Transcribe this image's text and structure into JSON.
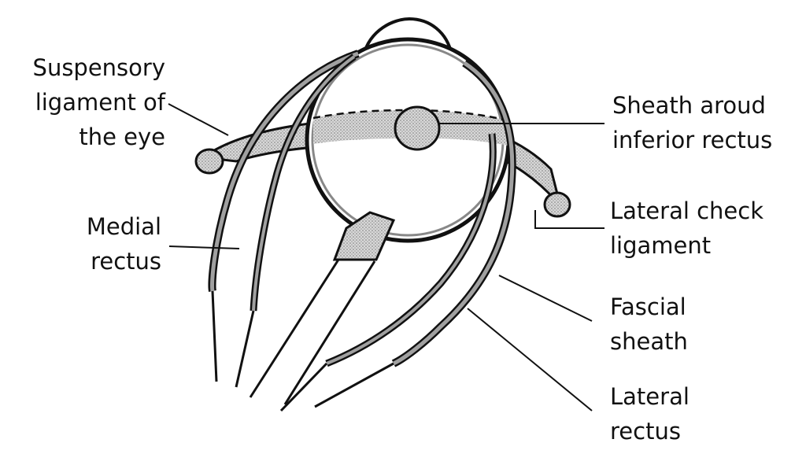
{
  "labels": {
    "suspensory": [
      "Suspensory",
      "ligament of",
      "the eye"
    ],
    "medial": [
      "Medial",
      "rectus"
    ],
    "sheath": [
      "Sheath aroud",
      "inferior rectus"
    ],
    "lateral_check": [
      "Lateral check",
      "ligament"
    ],
    "fascial": [
      "Fascial",
      "sheath"
    ],
    "lateral_rectus": [
      "Lateral",
      "rectus"
    ]
  },
  "colors": {
    "ink": "#111111",
    "shade": "#9a9a9a",
    "background": "#ffffff"
  }
}
